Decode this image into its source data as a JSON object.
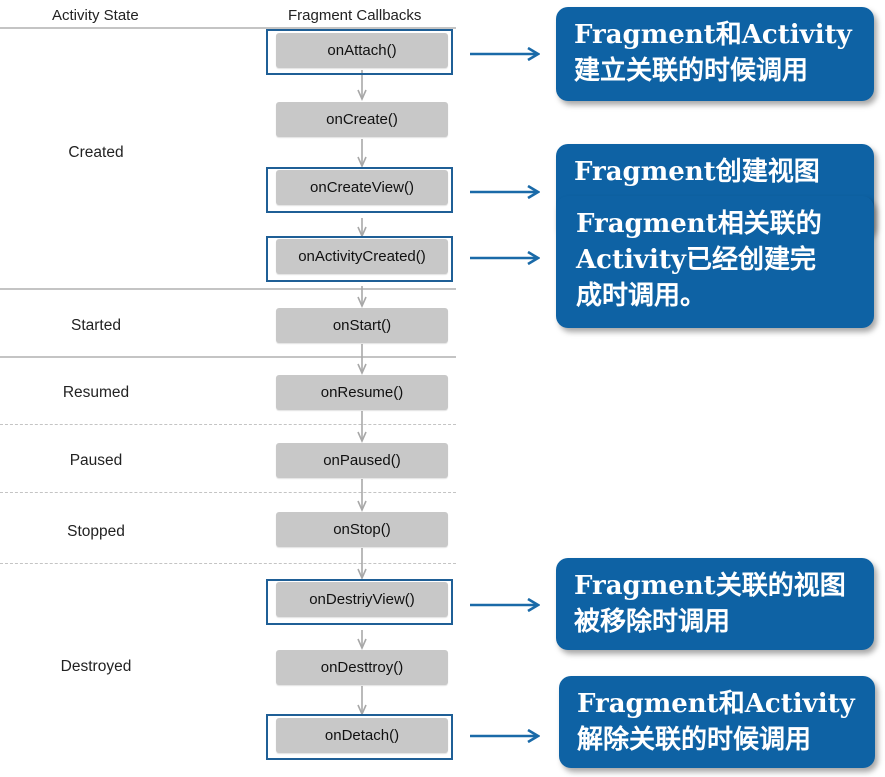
{
  "headers": {
    "activity_state": "Activity State",
    "fragment_callbacks": "Fragment Callbacks"
  },
  "states": [
    "Created",
    "Started",
    "Resumed",
    "Paused",
    "Stopped",
    "Destroyed"
  ],
  "callbacks": [
    "onAttach()",
    "onCreate()",
    "onCreateView()",
    "onActivityCreated()",
    "onStart()",
    "onResume()",
    "onPaused()",
    "onStop()",
    "onDestriyView()",
    "onDesttroy()",
    "onDetach()"
  ],
  "notes": {
    "attach": [
      "Fragment和Activity",
      "建立关联的时候调用"
    ],
    "create_view": [
      "Fragment创建视图"
    ],
    "activity_created": [
      "Fragment相关联的",
      "Activity已经创建完",
      "成时调用。"
    ],
    "destroy_view": [
      "Fragment关联的视图",
      "被移除时调用"
    ],
    "detach": [
      "Fragment和Activity",
      "解除关联的时候调用"
    ]
  },
  "colors": {
    "note_background": "#0e62a4",
    "highlight_border": "#1f5f96",
    "arrow": "#1a6aa8",
    "callback_box": "#c8c8c8",
    "flow_arrow": "#a8a8a8",
    "separator": "#c4c4c4"
  }
}
